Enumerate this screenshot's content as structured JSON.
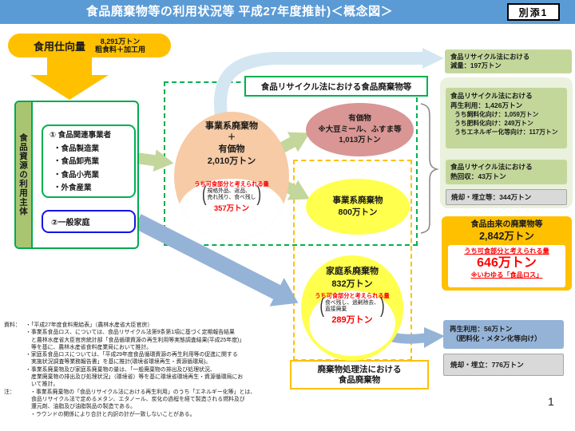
{
  "title_bar": {
    "title": "食品廃棄物等の利用状況等  平成27年度推計)＜概念図＞",
    "badge": "別添1"
  },
  "supply": {
    "label": "食用仕向量",
    "amount": "8,291万トン",
    "note": "粗食料＋加工用"
  },
  "actors": {
    "side_label": "食品資源の利用主体",
    "business": {
      "lines": [
        "① 食品関連事業者",
        "・食品製造業",
        "・食品卸売業",
        "・食品小売業",
        "・外食産業"
      ]
    },
    "household": {
      "label": "②一般家庭"
    }
  },
  "recycle_zone_label": "食品リサイクル法における食品廃棄物等",
  "waste_zone_label": {
    "line1": "廃棄物処理法における",
    "line2": "食品廃棄物"
  },
  "business_waste": {
    "line1": "事業系廃棄物",
    "plus": "＋",
    "line2": "有価物",
    "amount": "2,010万トン",
    "edible": {
      "header": "うち可食部分と考えられる量",
      "detail1": "規格外品、返品、",
      "detail2": "売れ残り、食べ残し",
      "amount": "357万トン"
    }
  },
  "valuables": {
    "line1": "有価物",
    "line2": "※大豆ミール、ふすま等",
    "amount": "1,013万トン"
  },
  "business_waste_only": {
    "line1": "事業系廃棄物",
    "amount": "800万トン"
  },
  "household_waste": {
    "line1": "家庭系廃棄物",
    "amount": "832万トン",
    "edible": {
      "header": "うち可食部分と考えられる量",
      "detail1": "食べ残し、過剰除去、",
      "detail2": "直接廃棄",
      "amount": "289万トン"
    }
  },
  "outputs": {
    "reduction": {
      "line1": "食品リサイクル法における",
      "line2": "減量：197万トン"
    },
    "recycle": {
      "line1": "食品リサイクル法における",
      "line2": "再生利用：1,426万トン",
      "sub": [
        "うち飼料化向け：1,059万トン",
        "うち肥料化向け：249万トン",
        "うちエネルギー化等向け：117万トン"
      ]
    },
    "heat": {
      "line1": "食品リサイクル法における",
      "line2": "熱回収：43万トン"
    },
    "incineration1": "焼却・埋立等：344万トン",
    "food_derived": {
      "title": "食品由来の廃棄物等",
      "amount": "2,842万トン",
      "edible": {
        "header": "うち可食部分と考えられる量",
        "amount": "646万トン",
        "note": "※いわゆる「食品ロス」"
      }
    },
    "recycle2": {
      "line1": "再生利用：56万トン",
      "line2": "（肥料化・メタン化等向け）"
    },
    "incineration2": "焼却・埋立：776万トン"
  },
  "footnotes": {
    "sources_label": "資料：",
    "sources": [
      "・「平成27年度食料需給表」（農林水産省大臣官房）",
      "・事業系食品ロス、については、食品リサイクル法第9条第1項に基づく定期報告結果",
      "と農林水産省大臣官房統計部「食品循環資源の再生利用等実態調査結果(平成25年度)」",
      "等を基に、農林水産省食料産業局において推計。",
      "・家庭系食品ロスについては、「平成29年度食品循環資源の再生利用等の促進に関する",
      "実施状況調査等業務報告書」を基に推計(環境省環境再生・資源循環局)。",
      "・事業系廃棄物及び家庭系廃棄物の量は、「一般廃棄物の排出及び処理状況、",
      "産業廃棄物の排出及び処理状況」（環境省）等を基に環境省環境再生・資源循環局にお",
      "いて推計。"
    ],
    "notes_label": "注：",
    "notes": [
      "・事業系廃棄物の「食品リサイクル法における再生利用」のうち「エネルギー化等」とは、",
      "食品リサイクル法で定めるメタン、エタノール、炭化の過程を経て製造される燃料及び",
      "還元剤、油脂及び油脂製品の製造である。",
      "・ラウンドの関係により合計と内訳の計が一致しないことがある。"
    ]
  },
  "page_number": "1",
  "colors": {
    "title_bar_bg": "#5B9BD5",
    "accent_orange": "#FFC000",
    "green_border": "#00B050",
    "light_green_box": "#C4D79B",
    "pale_green_panel": "#EAF1DD",
    "peach_ellipse": "#F6CBA6",
    "rose_ellipse": "#D99694",
    "yellow_ellipse": "#FFFF4D",
    "blue_arrow": "#95B3D7",
    "pale_blue_arrow": "#D4E6F1",
    "olive_arrow": "#C3D69B",
    "gray_box": "#D9D9D9",
    "red_text": "#FF0000",
    "household_border_blue": "#1414E6"
  }
}
